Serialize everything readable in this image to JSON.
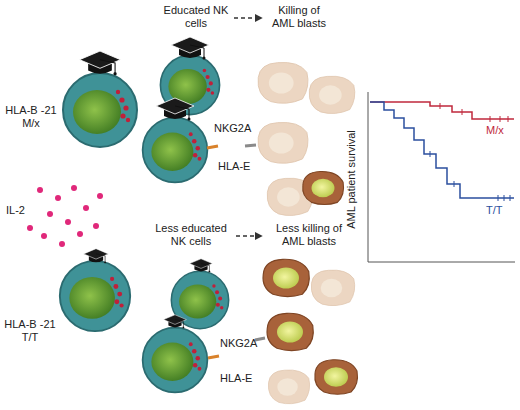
{
  "diagram": {
    "labels": [
      "Educated NK cells",
      "Killing of AML blasts",
      "HLA-B -21 M/x",
      "NKG2A",
      "HLA-E",
      "IL-2",
      "AML patient survival",
      "M/x",
      "T/T",
      "Less educated NK cells",
      "Less killing of AML blasts",
      "HLA-B -21 T/T",
      "NKG2A",
      "HLA-E"
    ]
  }
}
